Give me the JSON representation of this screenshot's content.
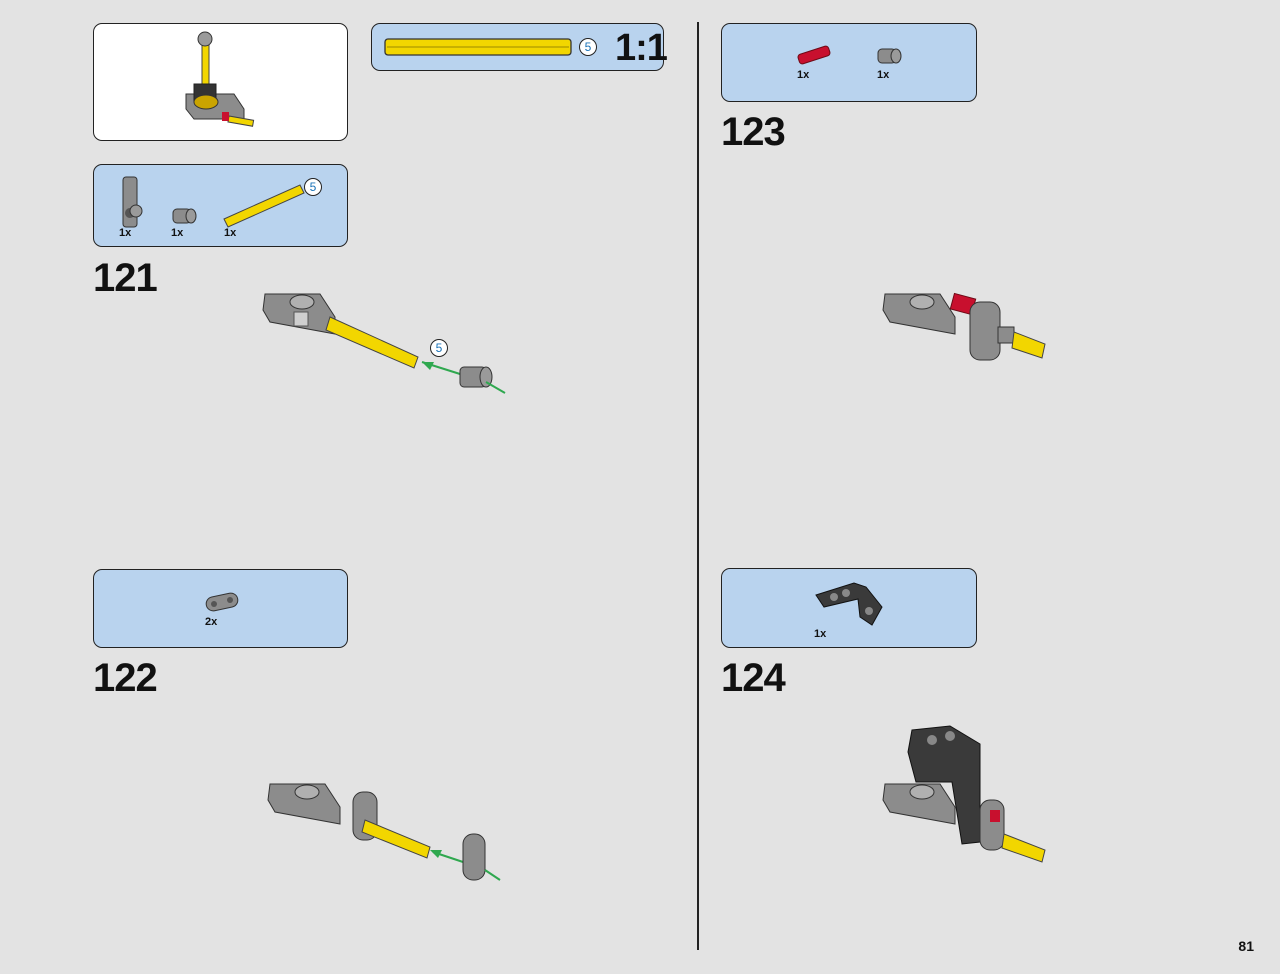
{
  "page_number": "81",
  "scale_box": {
    "ratio": "1:1",
    "length": "5"
  },
  "step_121": {
    "number": "121",
    "parts": [
      {
        "qty": "1x",
        "icon": "connector-icon"
      },
      {
        "qty": "1x",
        "icon": "bush-icon"
      },
      {
        "qty": "1x",
        "icon": "axle-5-icon",
        "length": "5"
      }
    ],
    "callout_length": "5"
  },
  "step_122": {
    "number": "122",
    "parts": [
      {
        "qty": "2x",
        "icon": "liftarm-icon"
      }
    ]
  },
  "step_123": {
    "number": "123",
    "parts": [
      {
        "qty": "1x",
        "icon": "red-axle-pin-icon"
      },
      {
        "qty": "1x",
        "icon": "bush-icon"
      }
    ]
  },
  "step_124": {
    "number": "124",
    "parts": [
      {
        "qty": "1x",
        "icon": "angle-beam-icon"
      }
    ]
  },
  "colors": {
    "background": "#e3e3e3",
    "callout_blue": "#b9d3ee",
    "axle_yellow": "#f2d600",
    "arrow_green": "#2fa84f",
    "part_gray": "#8c8c8c",
    "part_red": "#c8102e"
  }
}
